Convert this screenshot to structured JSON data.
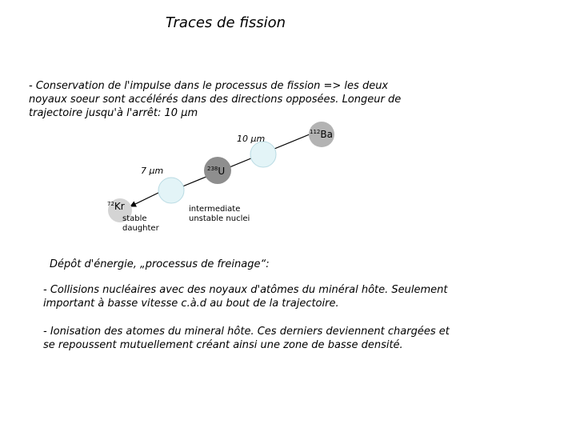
{
  "slide": {
    "title": "Traces de fission",
    "intro_line1": "- Conservation de l'impulse dans le processus de fission => les deux",
    "intro_line2": "noyaux soeur sont accélérés dans des directions opposées. Longeur de",
    "intro_line3": "trajectoire jusqu'à l'arrêt: 10 μm",
    "deposit_heading": "Dépôt d'énergie, „processus de freinage“:",
    "bullet1_line1": "- Collisions nucléaires avec des noyaux d'atômes du minéral hôte. Seulement",
    "bullet1_line2": "important à basse vitesse c.à.d au bout de la trajectoire.",
    "bullet2_line1": "- Ionisation des atomes du mineral hôte. Ces derniers deviennent chargées et",
    "bullet2_line2": "se repoussent mutuellement créant ainsi une zone de basse densité."
  },
  "diagram": {
    "length_right": "10 μm",
    "length_left": "7 μm",
    "uranium": {
      "mass": "238",
      "symbol": "U"
    },
    "barium": {
      "mass": "112",
      "symbol": "Ba"
    },
    "krypton": {
      "mass": "72",
      "symbol": "Kr"
    },
    "intermediate_line1": "intermediate",
    "intermediate_line2": "unstable nuclei",
    "stable_line1": "stable",
    "stable_line2": "daughter",
    "colors": {
      "nucleus_fill": "#e3f4f7",
      "nucleus_stroke": "#b9dbe3",
      "uranium_fill": "#8e8e8e",
      "barium_fill": "#b3b3b3",
      "krypton_fill": "#d4d4d4"
    }
  }
}
